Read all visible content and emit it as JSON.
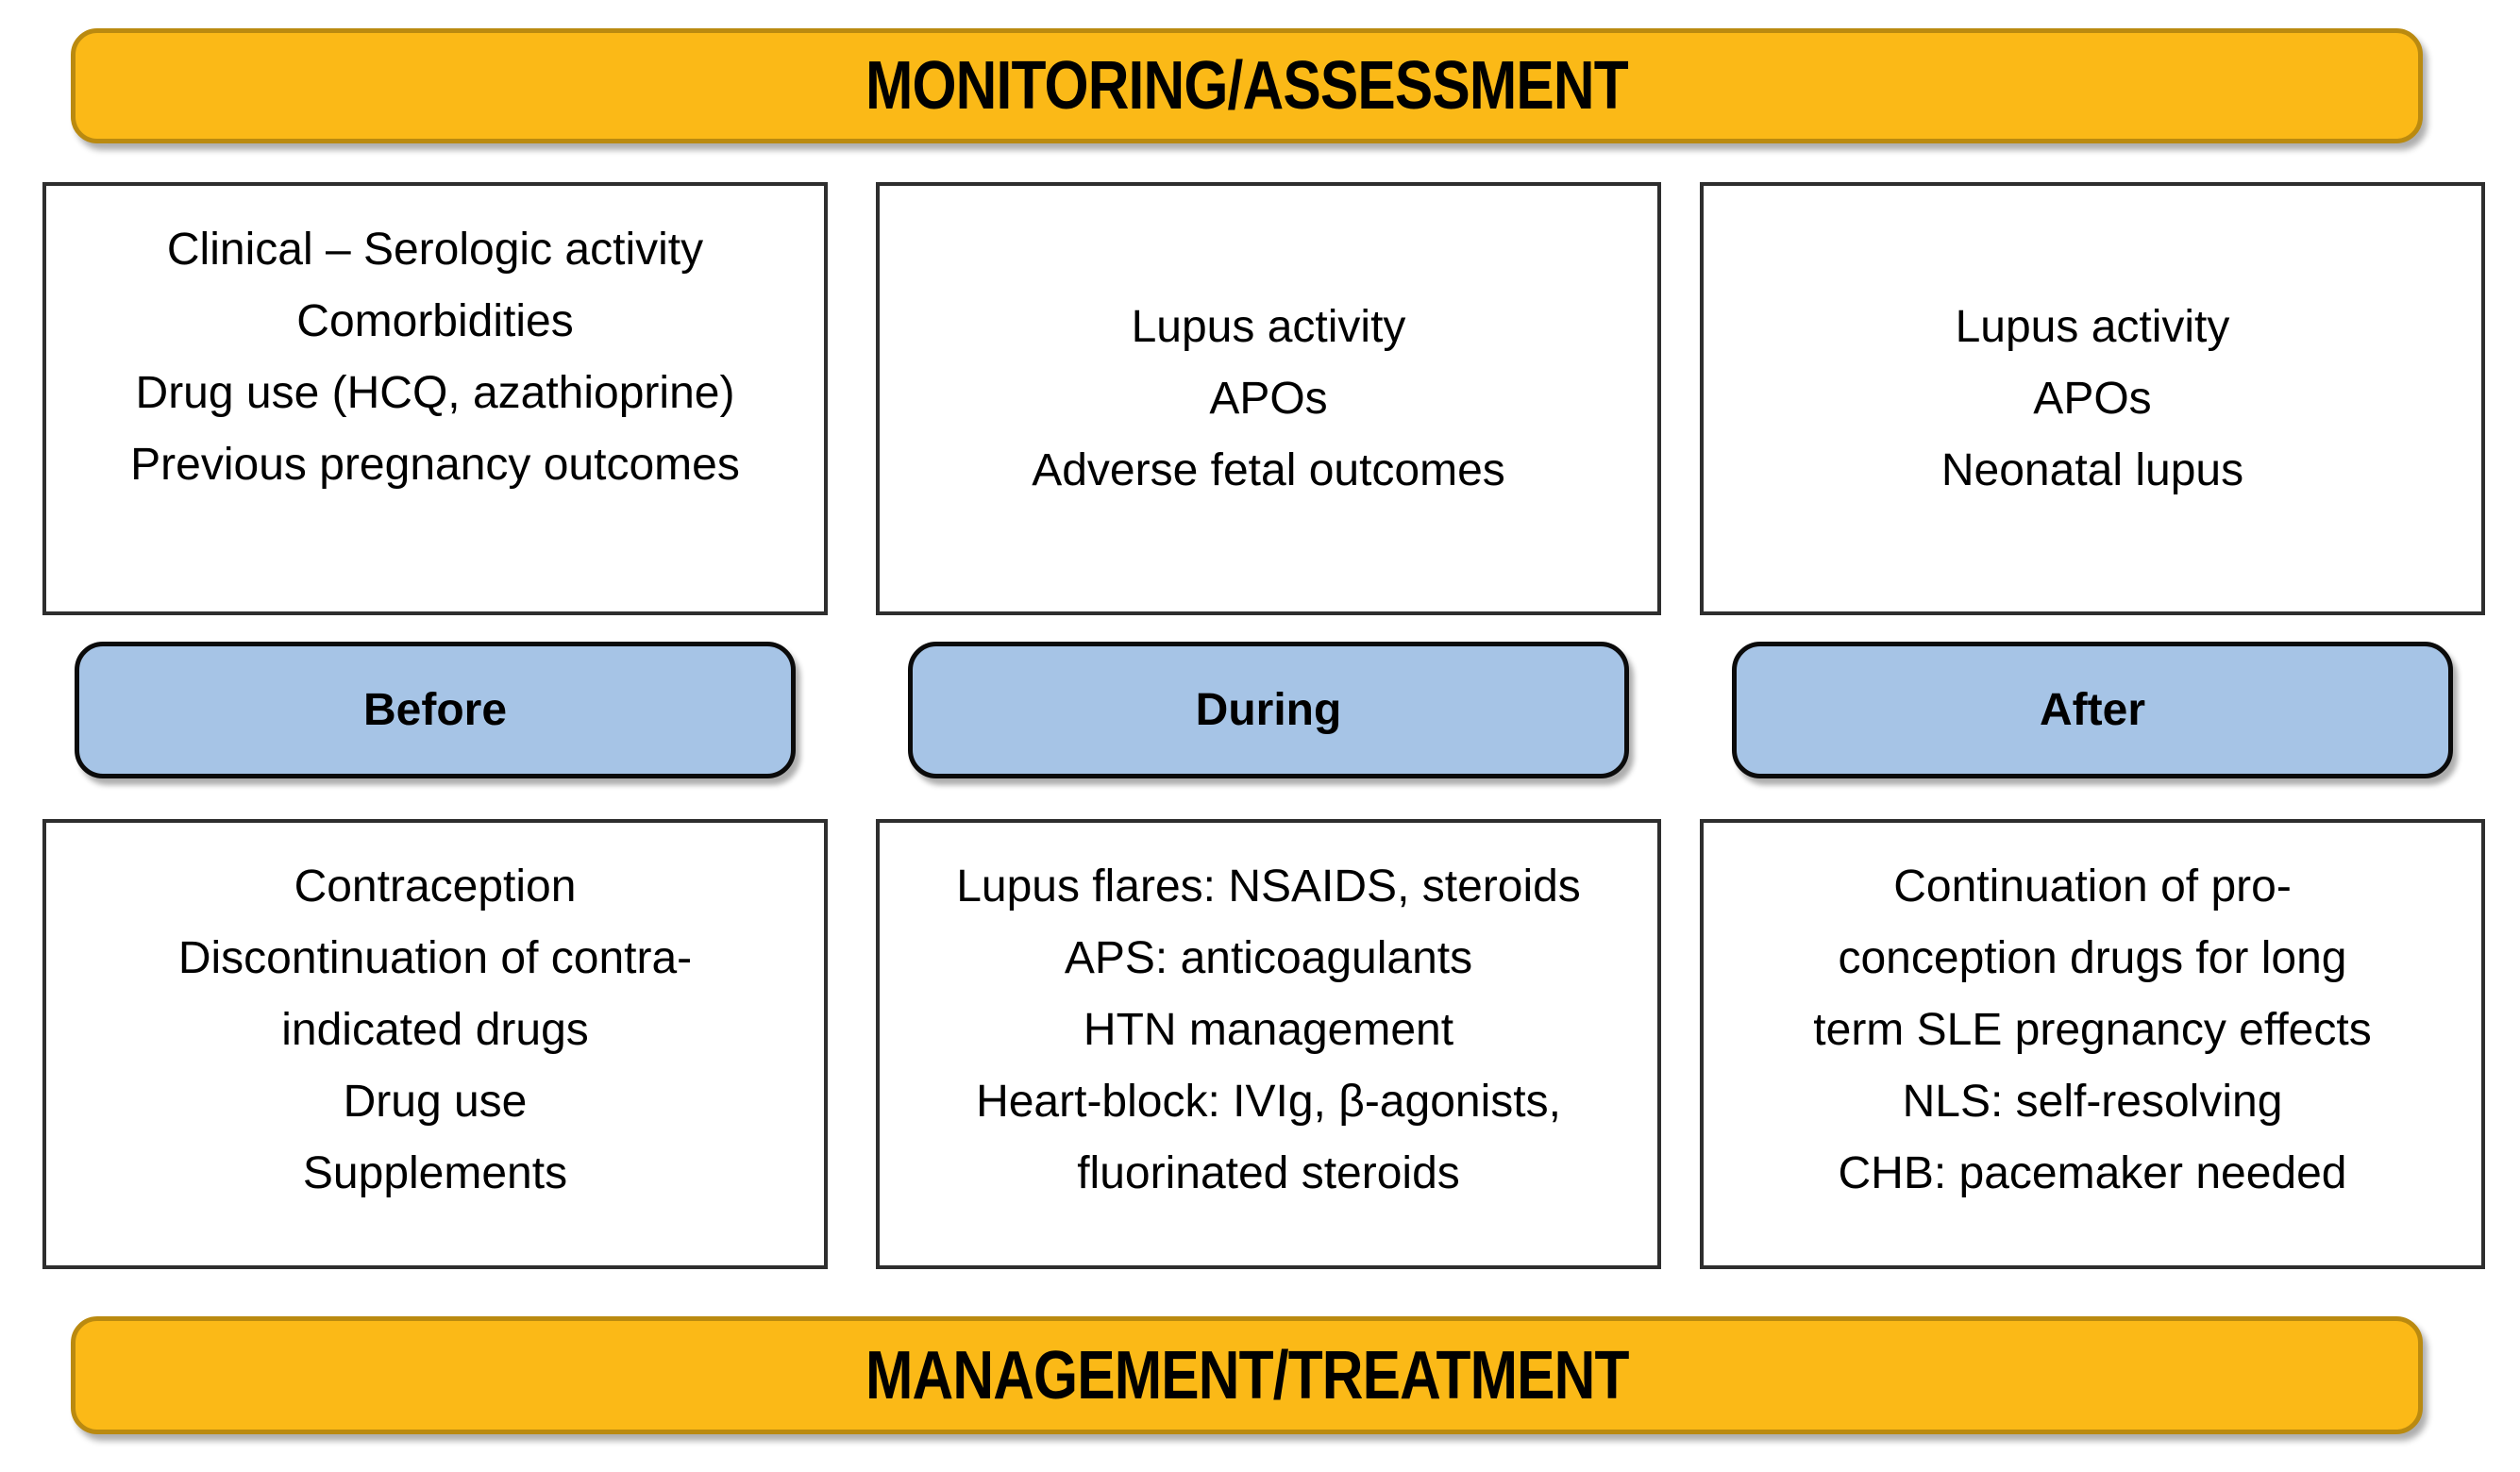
{
  "banners": {
    "top": "MONITORING/ASSESSMENT",
    "bottom": "MANAGEMENT/TREATMENT"
  },
  "columns": [
    {
      "phase_label": "Before",
      "monitoring_lines": [
        "Clinical – Serologic activity",
        "Comorbidities",
        "Drug use (HCQ, azathioprine)",
        "Previous pregnancy outcomes"
      ],
      "management_lines": [
        "Contraception",
        "Discontinuation of contra-",
        "indicated drugs",
        "Drug use",
        "Supplements"
      ]
    },
    {
      "phase_label": "During",
      "monitoring_lines": [
        "Lupus activity",
        "APOs",
        "Adverse fetal outcomes"
      ],
      "management_lines": [
        "Lupus flares: NSAIDS, steroids",
        "APS: anticoagulants",
        "HTN management",
        "Heart-block: IVIg, β-agonists,",
        "fluorinated steroids"
      ]
    },
    {
      "phase_label": "After",
      "monitoring_lines": [
        "Lupus activity",
        "APOs",
        "Neonatal lupus"
      ],
      "management_lines": [
        "Continuation of pro-",
        "conception drugs for long",
        "term SLE pregnancy effects",
        "NLS: self-resolving",
        "CHB: pacemaker needed"
      ]
    }
  ],
  "colors": {
    "banner-fill": "#FBB917",
    "banner-border": "#BA8A10",
    "button-fill": "#A6C4E6",
    "button-border": "#0B0B0B",
    "box-border": "#2E2E2E",
    "text": "#000000",
    "shadow": "rgba(0,0,0,0.32)"
  }
}
